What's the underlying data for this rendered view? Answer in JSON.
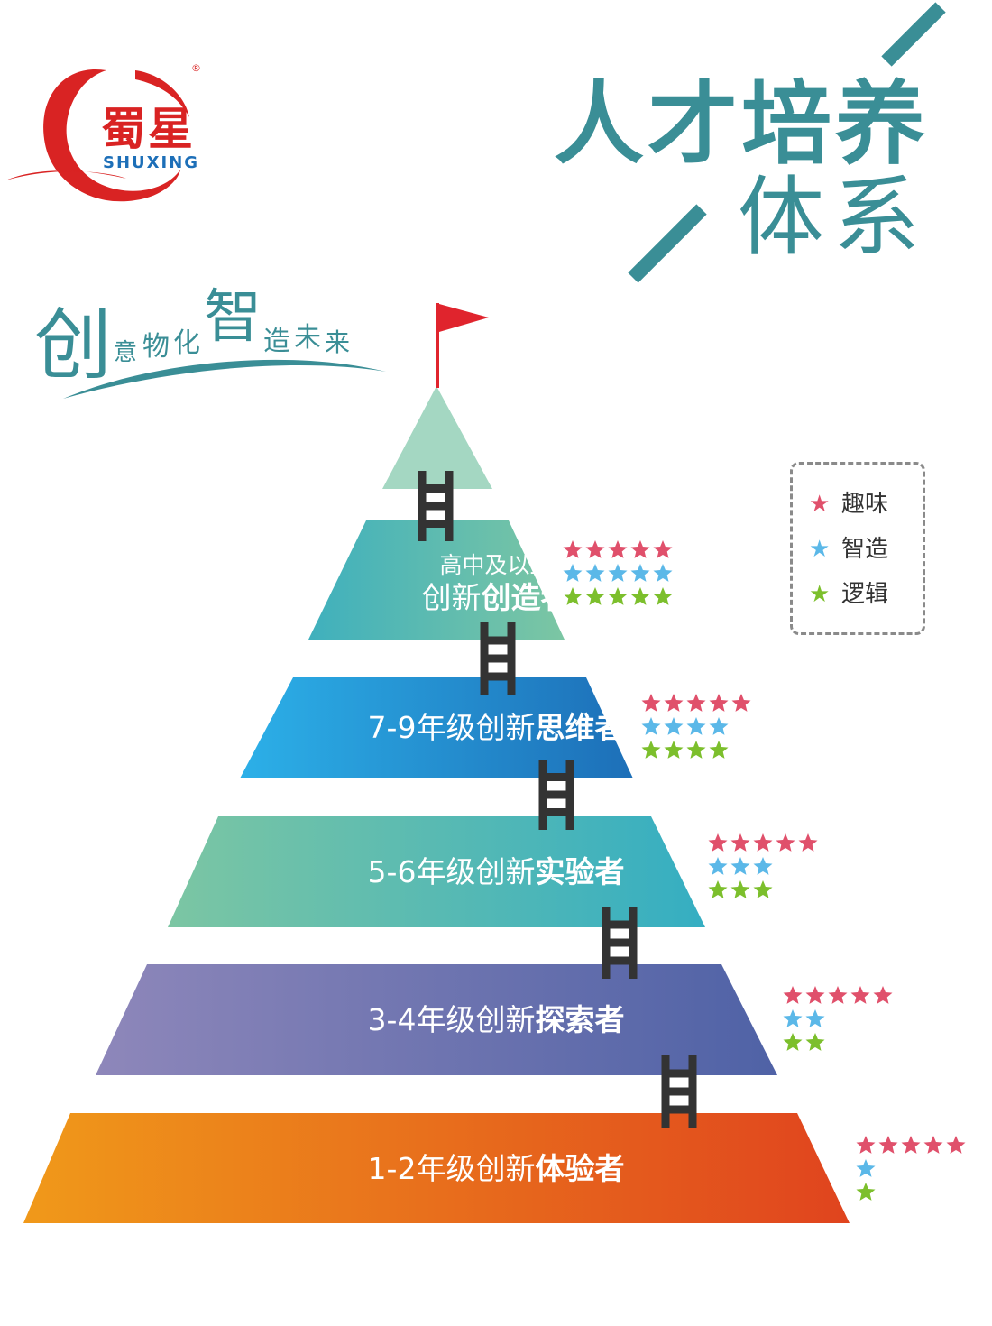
{
  "logo": {
    "name_cn": "蜀星",
    "name_en": "SHUXING",
    "registered_mark": "®"
  },
  "title": {
    "line1": "人才培养",
    "line2": "体系"
  },
  "slogan": [
    "创",
    "意",
    "物",
    "化",
    "智",
    "造",
    "未",
    "来"
  ],
  "colors": {
    "accent": "#3a8e96",
    "star_fun": "#e0506b",
    "star_make": "#5bb8e8",
    "star_logic": "#7cbf2c",
    "flag": "#e0242d",
    "ladder": "#333333"
  },
  "legend": [
    {
      "label": "趣味",
      "color_key": "star_fun"
    },
    {
      "label": "智造",
      "color_key": "star_make"
    },
    {
      "label": "逻辑",
      "color_key": "star_logic"
    }
  ],
  "tiers": [
    {
      "top_text": "高中及以上",
      "prefix": "创新",
      "bold": "创造者",
      "ratings": {
        "fun": 5,
        "make": 5,
        "logic": 5
      }
    },
    {
      "top_text": "",
      "prefix": "7-9年级创新",
      "bold": "思维者",
      "ratings": {
        "fun": 5,
        "make": 4,
        "logic": 4
      }
    },
    {
      "top_text": "",
      "prefix": "5-6年级创新",
      "bold": "实验者",
      "ratings": {
        "fun": 5,
        "make": 3,
        "logic": 3
      }
    },
    {
      "top_text": "",
      "prefix": "3-4年级创新",
      "bold": "探索者",
      "ratings": {
        "fun": 5,
        "make": 2,
        "logic": 2
      }
    },
    {
      "top_text": "",
      "prefix": "1-2年级创新",
      "bold": "体验者",
      "ratings": {
        "fun": 5,
        "make": 1,
        "logic": 1
      }
    }
  ]
}
